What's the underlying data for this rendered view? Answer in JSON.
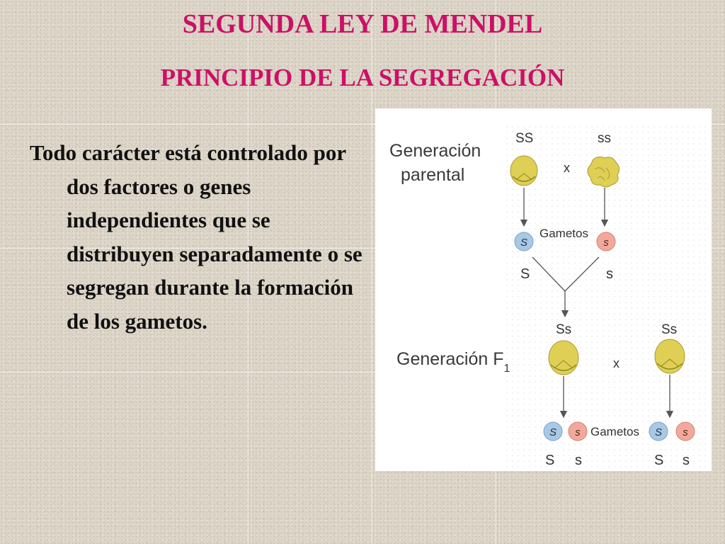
{
  "slide": {
    "title": "SEGUNDA LEY DE MENDEL",
    "subtitle": "PRINCIPIO DE LA SEGREGACIÓN",
    "body": "Todo carácter está controlado por dos factores o genes independientes que se distribuyen separadamente o se segregan durante la formación de los gametos."
  },
  "diagram": {
    "parental_label_line1": "Generación",
    "parental_label_line2": "parental",
    "parent1_genotype": "SS",
    "parent2_genotype": "ss",
    "cross_symbol": "x",
    "gametes_label": "Gametos",
    "gamete_dominant": "S",
    "gamete_recessive": "s",
    "f1_label_main": "Generación F",
    "f1_subscript": "1",
    "f1_genotype": "Ss",
    "colors": {
      "title": "#cc1066",
      "seed_yellow": "#e0cf55",
      "gamete_blue": "#a9c8e6",
      "gamete_pink": "#f2a99b"
    }
  }
}
